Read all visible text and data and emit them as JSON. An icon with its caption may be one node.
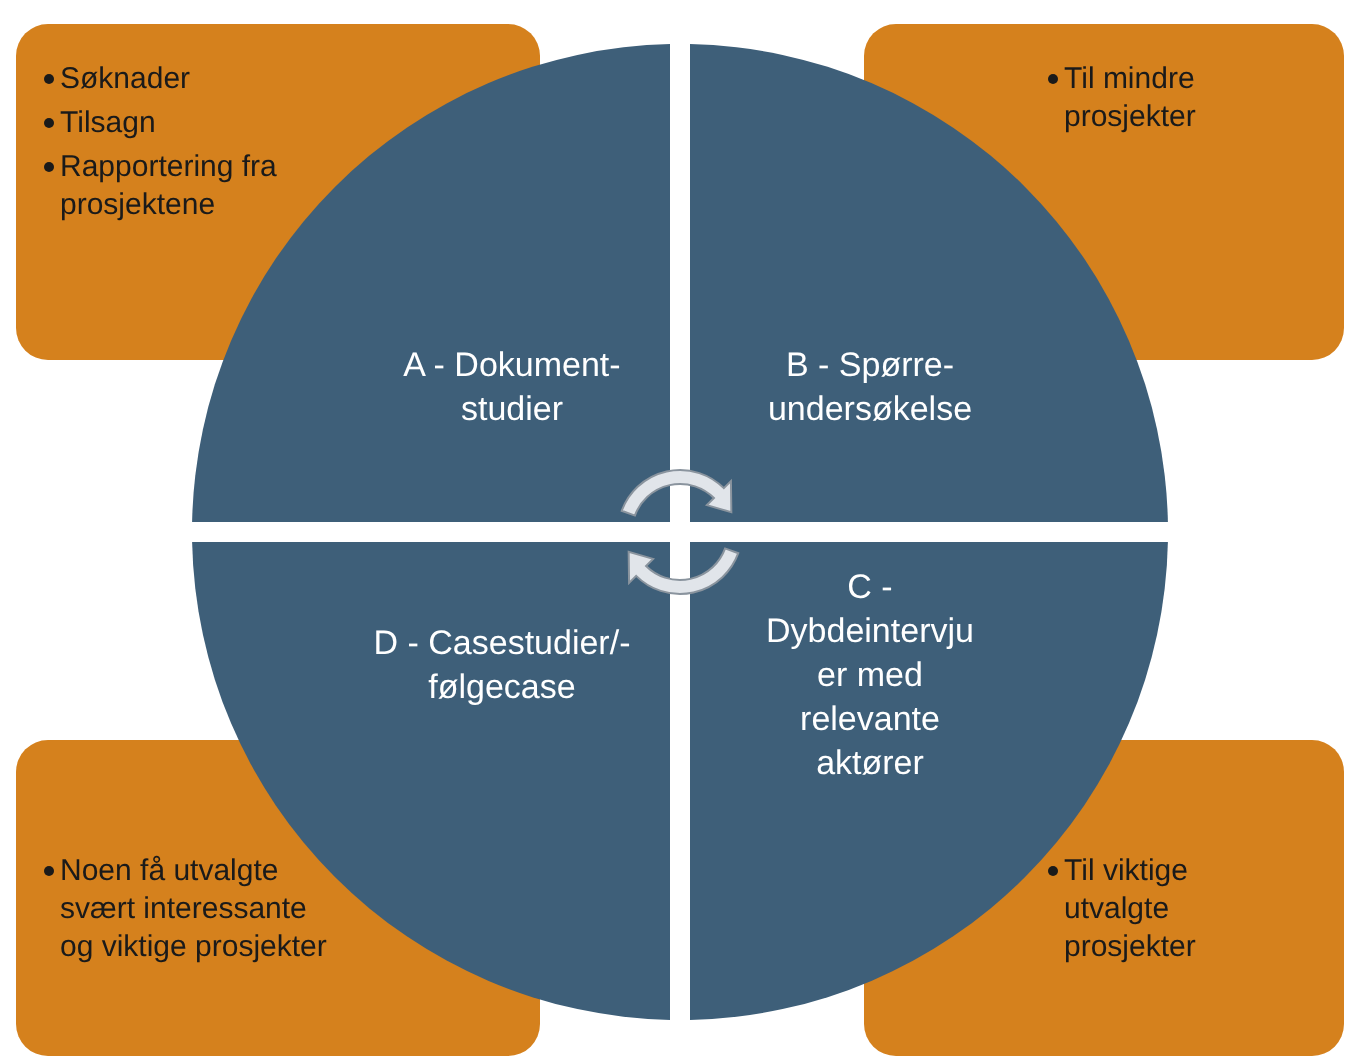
{
  "diagram": {
    "nodes": [
      {
        "text": [
          "Søknader",
          "Tilsagn",
          "Rapportering fra prosjektene"
        ]
      },
      {
        "text": [
          "Til mindre prosjekter"
        ]
      },
      {
        "text": [
          "A - Dokument- studier"
        ]
      },
      {
        "text": [
          "B - Spørre- undersøkelse"
        ]
      },
      {
        "text": [
          "D - Casestudier/- følgecase"
        ]
      },
      {
        "text": [
          "C - Dybdeintervju er med relevante aktører"
        ]
      },
      {
        "text": [
          "Noen få utvalgte svært interessante og viktige prosjekter"
        ]
      },
      {
        "text": [
          "Til viktige utvalgte prosjekter"
        ]
      }
    ]
  }
}
